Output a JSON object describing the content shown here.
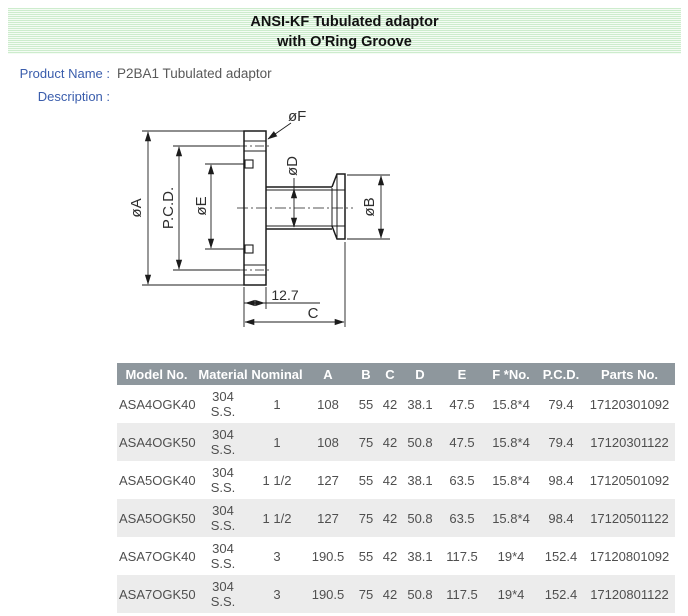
{
  "banner": {
    "line1": "ANSI-KF Tubulated adaptor",
    "line2": "with O'Ring Groove",
    "stripe_green": "#cdeccd"
  },
  "product": {
    "label": "Product Name :",
    "value": "P2BA1 Tubulated adaptor"
  },
  "description": {
    "label": "Description :"
  },
  "diagram": {
    "labels": {
      "dia_a": "øA",
      "pcd": "P.C.D.",
      "dia_e": "øE",
      "dia_f": "øF",
      "dia_d": "øD",
      "dia_b": "øB",
      "thickness": "12.7",
      "length": "C"
    }
  },
  "table": {
    "header_bg": "#8e979d",
    "alt_row_bg": "#ececec",
    "columns": [
      "Model No.",
      "Material",
      "Nominal",
      "A",
      "B",
      "C",
      "D",
      "E",
      "F *No.",
      "P.C.D.",
      "Parts No."
    ],
    "rows": [
      [
        "ASA4OGK40",
        "304\nS.S.",
        "1",
        "108",
        "55",
        "42",
        "38.1",
        "47.5",
        "15.8*4",
        "79.4",
        "17120301092"
      ],
      [
        "ASA4OGK50",
        "304\nS.S.",
        "1",
        "108",
        "75",
        "42",
        "50.8",
        "47.5",
        "15.8*4",
        "79.4",
        "17120301122"
      ],
      [
        "ASA5OGK40",
        "304\nS.S.",
        "1 1/2",
        "127",
        "55",
        "42",
        "38.1",
        "63.5",
        "15.8*4",
        "98.4",
        "17120501092"
      ],
      [
        "ASA5OGK50",
        "304\nS.S.",
        "1 1/2",
        "127",
        "75",
        "42",
        "50.8",
        "63.5",
        "15.8*4",
        "98.4",
        "17120501122"
      ],
      [
        "ASA7OGK40",
        "304\nS.S.",
        "3",
        "190.5",
        "55",
        "42",
        "38.1",
        "117.5",
        "19*4",
        "152.4",
        "17120801092"
      ],
      [
        "ASA7OGK50",
        "304\nS.S.",
        "3",
        "190.5",
        "75",
        "42",
        "50.8",
        "117.5",
        "19*4",
        "152.4",
        "17120801122"
      ]
    ]
  }
}
